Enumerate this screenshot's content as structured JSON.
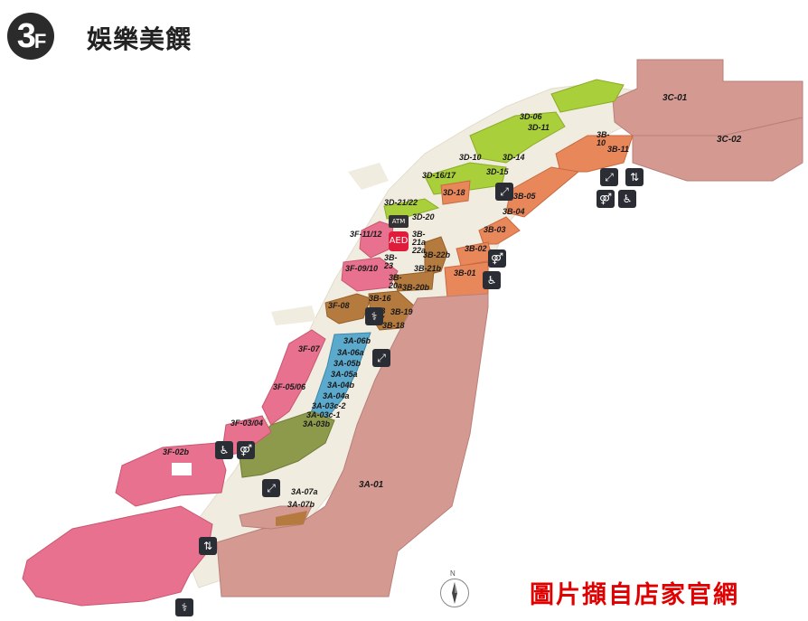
{
  "header": {
    "floor_number": "3",
    "floor_suffix": "F",
    "title": "娛樂美饌"
  },
  "source_note": "圖片擷自店家官網",
  "compass": {
    "north_label": "N"
  },
  "colors": {
    "pink": "#e8718f",
    "salmon": "#d49a92",
    "orange": "#e8875a",
    "lime": "#a9cf3a",
    "olive": "#8d9a4c",
    "brown": "#b57a3e",
    "blue": "#5ba9cc",
    "corridor": "#f1ece0"
  },
  "stores": {
    "3C-01": "3C-01",
    "3C-02": "3C-02",
    "3D-06": "3D-06",
    "3D-11": "3D-11",
    "3D-10": "3D-10",
    "3D-14": "3D-14",
    "3D-15": "3D-15",
    "3D-16-17": "3D-16/17",
    "3D-18": "3D-18",
    "3D-21-22": "3D-21/22",
    "3D-20": "3D-20",
    "3B-10": "3B-\n10",
    "3B-11": "3B-11",
    "3B-05": "3B-05",
    "3B-04": "3B-04",
    "3B-03": "3B-03",
    "3B-02": "3B-02",
    "3B-01": "3B-01",
    "3F-11-12": "3F-11/12",
    "3B-21a-22a": "3B-\n21a\n22a",
    "3B-22b": "3B-22b",
    "3B-23": "3B-\n23",
    "3F-09-10": "3F-09/10",
    "3B-21b": "3B-21b",
    "3B-20a": "3B-\n20a",
    "3B-20b": "3B-20b",
    "3F-08": "3F-08",
    "3B-16": "3B-16",
    "3B-17": "3B\n17",
    "3B-19": "3B-19",
    "3B-18": "3B-18",
    "3F-07": "3F-07",
    "3A-06b": "3A-06b",
    "3A-06a": "3A-06a",
    "3A-05b": "3A-05b",
    "3A-05a": "3A-05a",
    "3A-04b": "3A-04b",
    "3A-04a": "3A-04a",
    "3F-05-06": "3F-05/06",
    "3A-03c-2": "3A-03c-2",
    "3A-03c-1": "3A-03c-1",
    "3A-03b": "3A-03b",
    "3F-03-04": "3F-03/04",
    "3F-02b": "3F-02b",
    "3A-01": "3A-01",
    "3A-07a": "3A-07a",
    "3A-07b": "3A-07b"
  },
  "facility_icons": {
    "atm": "ATM",
    "aed": "AED",
    "escalator": "escalator-icon",
    "restroom": "restroom-icon",
    "accessible": "accessible-icon",
    "elevator": "elevator-icon",
    "nursing": "nursing-room-icon"
  }
}
